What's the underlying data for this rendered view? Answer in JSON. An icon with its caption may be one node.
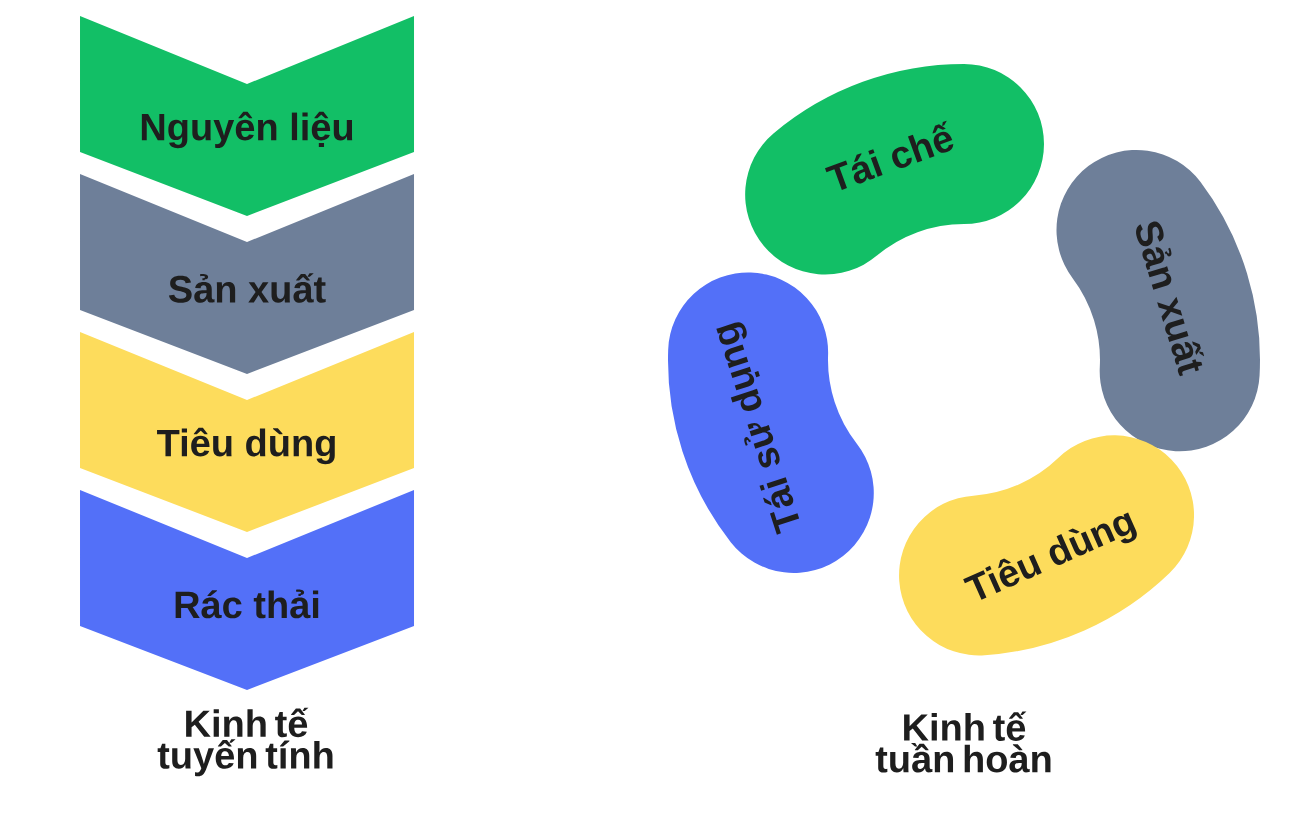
{
  "diagram": {
    "nodes": [
      {
        "text": [
          "Nguyên liệu"
        ]
      },
      {
        "text": [
          "Sản xuất"
        ]
      },
      {
        "text": [
          "Tiêu dùng"
        ]
      },
      {
        "text": [
          "Rác thải"
        ]
      },
      {
        "text": [
          "Tái chế"
        ]
      },
      {
        "text": [
          "Sản xuất"
        ]
      },
      {
        "text": [
          "Tiêu dùng"
        ]
      },
      {
        "text": [
          "Tái sử dụng"
        ]
      }
    ],
    "edges": [],
    "labels": [
      "Kinh tế tuyến tính",
      "Kinh tế tuần hoàn"
    ]
  }
}
